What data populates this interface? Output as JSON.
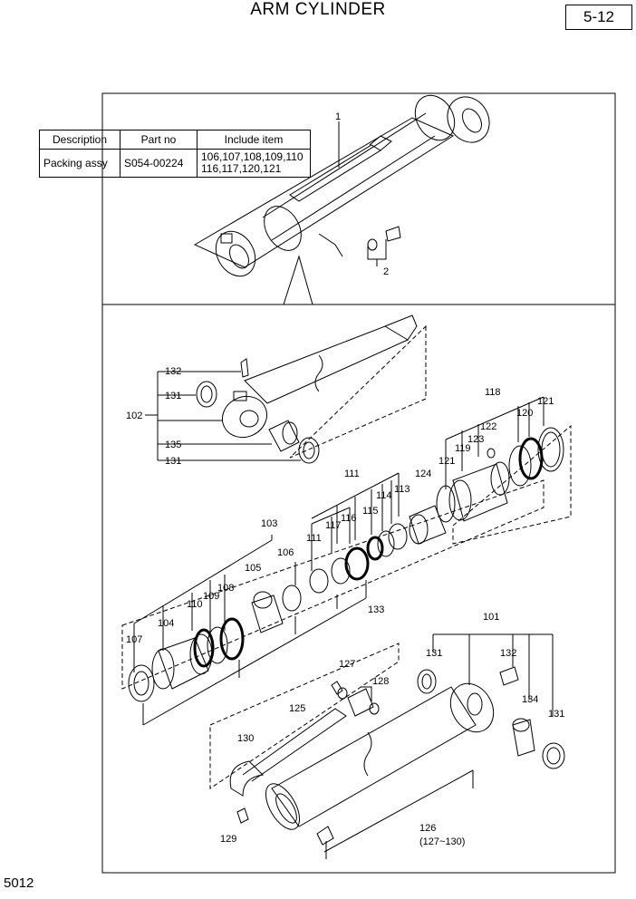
{
  "page": {
    "title": "ARM CYLINDER",
    "page_number": "5-12",
    "footer_code": "5012"
  },
  "table": {
    "headers": [
      "Description",
      "Part no",
      "Include item"
    ],
    "row": {
      "description": "Packing assy",
      "part_no": "S054-00224",
      "include_line1": "106,107,108,109,110",
      "include_line2": "116,117,120,121"
    }
  },
  "callouts": {
    "c1": "1",
    "c2": "2",
    "c101": "101",
    "c102": "102",
    "c103": "103",
    "c104": "104",
    "c105": "105",
    "c106": "106",
    "c107": "107",
    "c108": "108",
    "c109": "109",
    "c110": "110",
    "c111a": "111",
    "c111b": "111",
    "c113": "113",
    "c114": "114",
    "c115": "115",
    "c116": "116",
    "c117": "117",
    "c118": "118",
    "c119": "119",
    "c120": "120",
    "c121a": "121",
    "c121b": "121",
    "c122": "122",
    "c123": "123",
    "c124": "124",
    "c125": "125",
    "c126": "126",
    "c126sub": "(127~130)",
    "c127": "127",
    "c128": "128",
    "c129": "129",
    "c130": "130",
    "c131a": "131",
    "c131b": "131",
    "c131c": "131",
    "c131d": "131",
    "c132a": "132",
    "c132b": "132",
    "c133": "133",
    "c134": "134",
    "c135": "135"
  }
}
